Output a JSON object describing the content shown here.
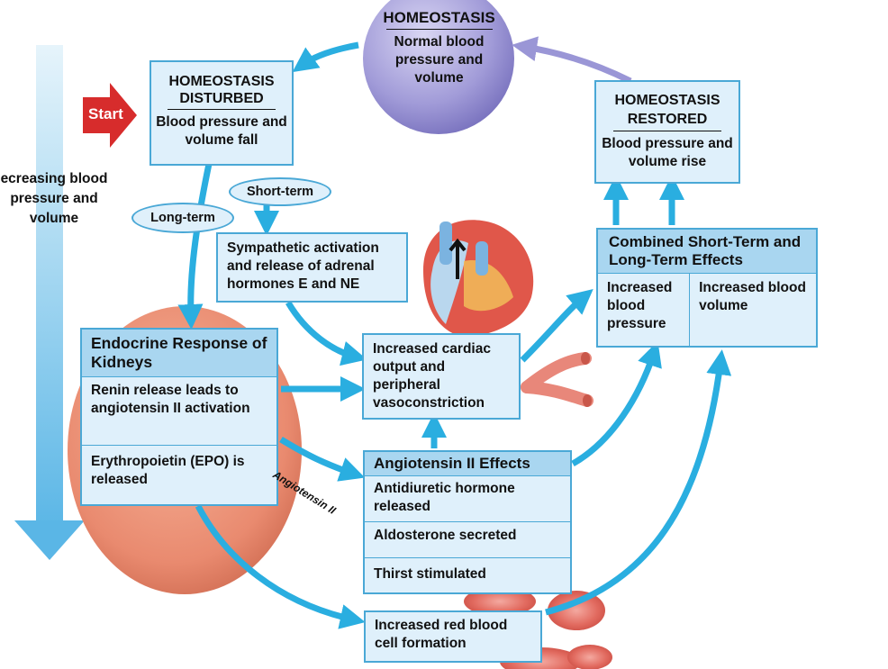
{
  "homeostasis": {
    "title": "HOMEOSTASIS",
    "text": "Normal blood pressure and volume"
  },
  "start": {
    "label": "Start"
  },
  "disturbed": {
    "title": "HOMEOSTASIS DISTURBED",
    "text": "Blood pressure and volume fall"
  },
  "restored": {
    "title": "HOMEOSTASIS RESTORED",
    "text": "Blood pressure and volume rise"
  },
  "side_label": "ecreasing blood pressure and volume",
  "pills": {
    "short_term": "Short-term",
    "long_term": "Long-term"
  },
  "sympathetic": {
    "text": "Sympathetic activation and release of adrenal hormones E and NE"
  },
  "cardiac": {
    "text": "Increased cardiac output and peripheral vasoconstriction"
  },
  "kidneys": {
    "title": "Endocrine Response of Kidneys",
    "renin": "Renin release leads to angiotensin II activation",
    "epo": "Erythropoietin (EPO) is released"
  },
  "angiotensin_label": "Angiotensin II",
  "angiotensin": {
    "title": "Angiotensin II Effects",
    "items": [
      "Antidiuretic hormone released",
      "Aldosterone secreted",
      "Thirst stimulated"
    ]
  },
  "combined": {
    "title": "Combined Short-Term and Long-Term Effects",
    "left": "Increased blood pressure",
    "right": "Increased blood volume"
  },
  "rbc": {
    "text": "Increased red blood cell formation"
  },
  "colors": {
    "arrow": "#2aaee0",
    "box": "#dff0fb",
    "header": "#a9d6f0",
    "circle": "#8b85c9",
    "start": "#d72c2c"
  }
}
